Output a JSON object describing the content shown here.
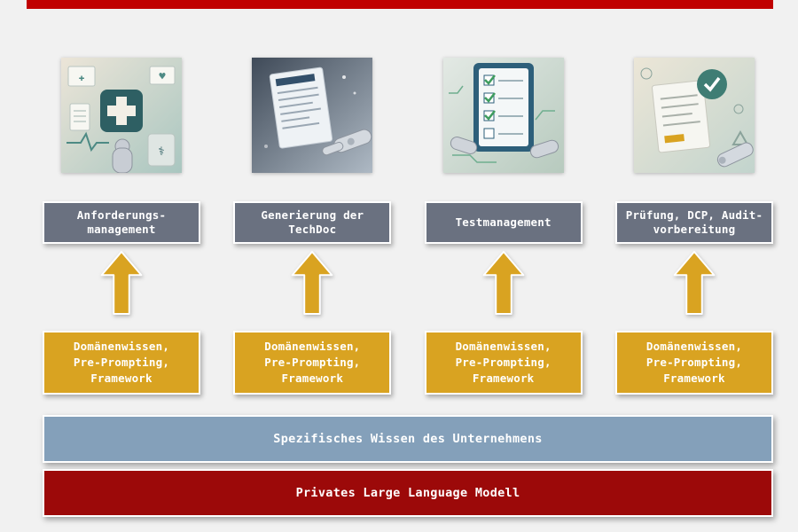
{
  "page": {
    "background_color": "#f1f1f1",
    "top_accent_color": "#c00000"
  },
  "columns": [
    {
      "label": "Anforderungs-\nmanagement",
      "knowledge": "Domänenwissen,\nPre-Prompting,\nFramework",
      "illustration": "medical-requirements-robot-illustration"
    },
    {
      "label": "Generierung der\nTechDoc",
      "knowledge": "Domänenwissen,\nPre-Prompting,\nFramework",
      "illustration": "techdoc-document-robot-hand-illustration"
    },
    {
      "label": "Testmanagement",
      "knowledge": "Domänenwissen,\nPre-Prompting,\nFramework",
      "illustration": "checklist-robot-hands-illustration"
    },
    {
      "label": "Prüfung, DCP, Audit-\nvorbereitung",
      "knowledge": "Domänenwissen,\nPre-Prompting,\nFramework",
      "illustration": "audit-check-document-robot-illustration"
    }
  ],
  "arrow": {
    "icon": "up-arrow-icon",
    "color": "#d9a321"
  },
  "bars": {
    "company_knowledge": "Spezifisches Wissen des Unternehmens",
    "company_knowledge_color": "#84a0ba",
    "private_llm": "Privates Large Language Modell",
    "private_llm_color": "#9c0909"
  },
  "colors": {
    "stage_box": "#6a7180",
    "knowledge_box": "#d9a321"
  }
}
